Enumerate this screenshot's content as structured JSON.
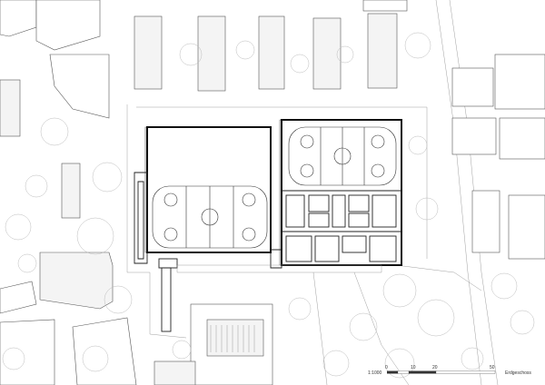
{
  "scale_bar": {
    "ratio": "1:1000",
    "ticks": [
      "0",
      "10",
      "20",
      "50"
    ]
  },
  "floor_label": "Erdgeschoss"
}
